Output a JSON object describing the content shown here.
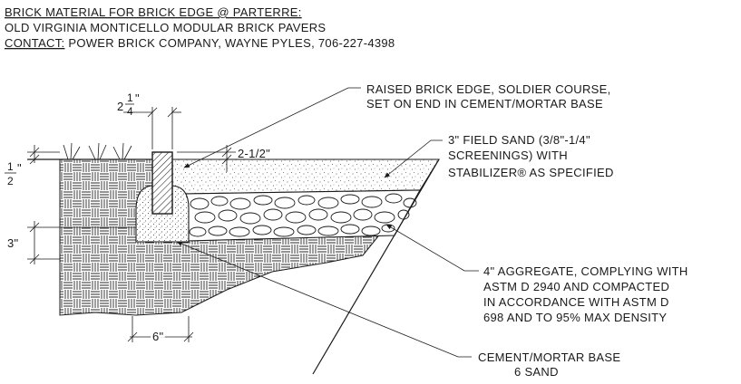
{
  "header": {
    "line1": "BRICK MATERIAL FOR BRICK EDGE @ PARTERRE:",
    "line2": "OLD VIRGINIA MONTICELLO MODULAR BRICK PAVERS",
    "line3_label": "CONTACT:",
    "line3_text": " POWER BRICK COMPANY, WAYNE PYLES, 706-227-4398"
  },
  "callouts": {
    "raised_edge": [
      "RAISED BRICK EDGE, SOLDIER COURSE,",
      "SET ON END IN CEMENT/MORTAR BASE"
    ],
    "field_sand": [
      "3\" FIELD SAND (3/8\"-1/4\"",
      "SCREENINGS) WITH",
      "STABILIZER® AS SPECIFIED"
    ],
    "aggregate": [
      "4\" AGGREGATE, COMPLYING WITH",
      "ASTM D 2940 AND COMPACTED",
      "IN ACCORDANCE WITH ASTM D",
      "698 AND TO 95% MAX DENSITY"
    ],
    "mortar_base": [
      "CEMENT/MORTAR BASE",
      "6 SAND"
    ]
  },
  "dimensions": {
    "brick_width_whole": "2",
    "brick_width_num": "1",
    "brick_width_den": "4",
    "brick_width_unit": "\"",
    "raise": "2-1/2\"",
    "left_num": "1",
    "left_den": "2",
    "left_unit": "\"",
    "base_depth": "3\"",
    "base_width": "6\""
  }
}
